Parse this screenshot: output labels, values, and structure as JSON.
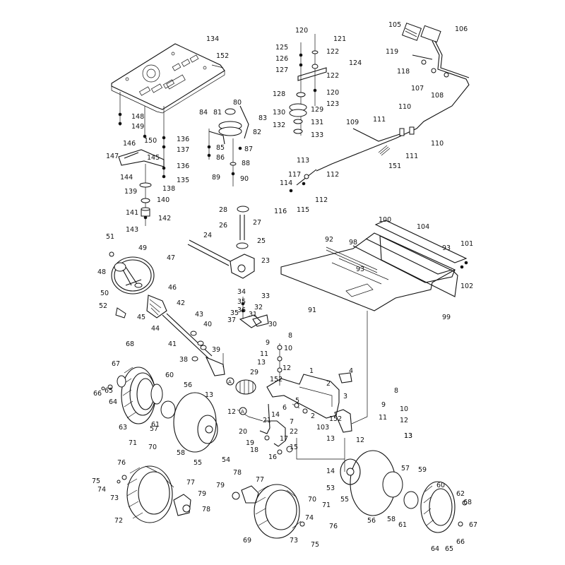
{
  "diagram": {
    "labels": [
      "134",
      "152",
      "148",
      "149",
      "150",
      "136",
      "137",
      "146",
      "147",
      "145",
      "144",
      "136",
      "135",
      "139",
      "138",
      "140",
      "141",
      "142",
      "143",
      "80",
      "81",
      "84",
      "83",
      "82",
      "85",
      "86",
      "87",
      "88",
      "89",
      "90",
      "120",
      "121",
      "125",
      "122",
      "126",
      "127",
      "124",
      "122",
      "128",
      "120",
      "129",
      "123",
      "130",
      "131",
      "132",
      "133",
      "105",
      "106",
      "119",
      "118",
      "107",
      "108",
      "110",
      "111",
      "109",
      "110",
      "111",
      "151",
      "113",
      "117",
      "112",
      "114",
      "116",
      "115",
      "112",
      "28",
      "27",
      "26",
      "25",
      "24",
      "23",
      "100",
      "104",
      "92",
      "98",
      "93",
      "101",
      "93",
      "102",
      "91",
      "99",
      "51",
      "49",
      "47",
      "48",
      "50",
      "46",
      "52",
      "45",
      "42",
      "44",
      "43",
      "40",
      "41",
      "39",
      "38",
      "34",
      "35",
      "33",
      "36",
      "32",
      "35",
      "31",
      "37",
      "30",
      "8",
      "9",
      "10",
      "11",
      "12",
      "13",
      "68",
      "67",
      "66",
      "65",
      "64",
      "60",
      "63",
      "61",
      "57",
      "56",
      "55",
      "58",
      "54",
      "29",
      "152",
      "1",
      "4",
      "2",
      "3",
      "13",
      "12",
      "5",
      "6",
      "2",
      "14",
      "21",
      "7",
      "20",
      "22",
      "19",
      "17",
      "18",
      "16",
      "15",
      "152",
      "103",
      "13",
      "12",
      "13",
      "8",
      "9",
      "10",
      "11",
      "12",
      "13",
      "71",
      "70",
      "76",
      "75",
      "74",
      "73",
      "72",
      "77",
      "79",
      "78",
      "78",
      "79",
      "77",
      "69",
      "70",
      "71",
      "74",
      "76",
      "73",
      "75",
      "14",
      "53",
      "55",
      "57",
      "59",
      "56",
      "58",
      "60",
      "61",
      "62",
      "68",
      "64",
      "65",
      "66",
      "67"
    ]
  }
}
